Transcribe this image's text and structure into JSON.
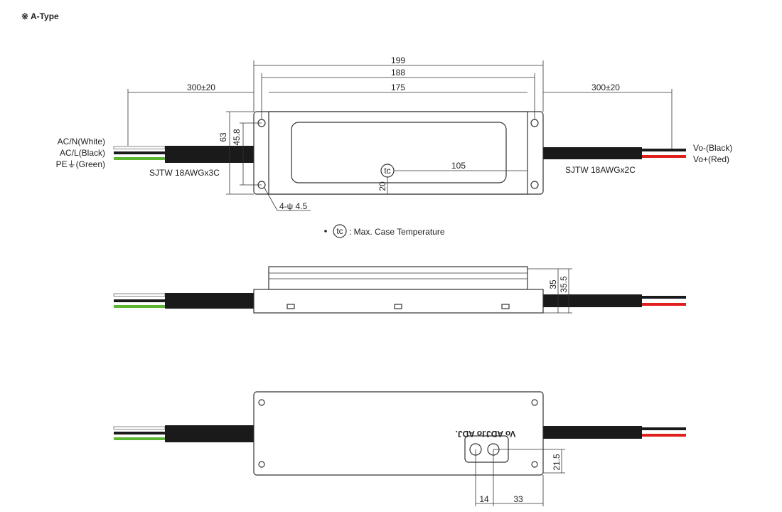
{
  "title": "※ A-Type",
  "top_view": {
    "dims": {
      "overall": "199",
      "mount": "188",
      "body": "175",
      "cable_left": "300±20",
      "cable_right": "300±20",
      "height": "63",
      "mount_height": "45.8",
      "tc_x": "105",
      "tc_y": "20",
      "holes": "4-ψ 4.5"
    },
    "input_labels": [
      "AC/N(White)",
      "AC/L(Black)",
      "PE⏚(Green)"
    ],
    "input_cable": "SJTW 18AWGx3C",
    "output_cable": "SJTW 18AWGx2C",
    "output_labels": [
      "Vo-(Black)",
      "Vo+(Red)"
    ],
    "tc_symbol": "tc",
    "tc_note": ": Max. Case Temperature"
  },
  "side_view": {
    "dims": {
      "height": "35",
      "height_total": "35.5"
    }
  },
  "bottom_view": {
    "adj_labels": [
      "Io ADJ.",
      "Vo ADJ."
    ],
    "dims": {
      "io_to_vo": "14",
      "vo_to_edge": "33",
      "vo_height": "21.5"
    }
  },
  "colors": {
    "green_wire": "#5cb531",
    "red_wire": "#e0201c",
    "cable": "#1a1a1a"
  }
}
